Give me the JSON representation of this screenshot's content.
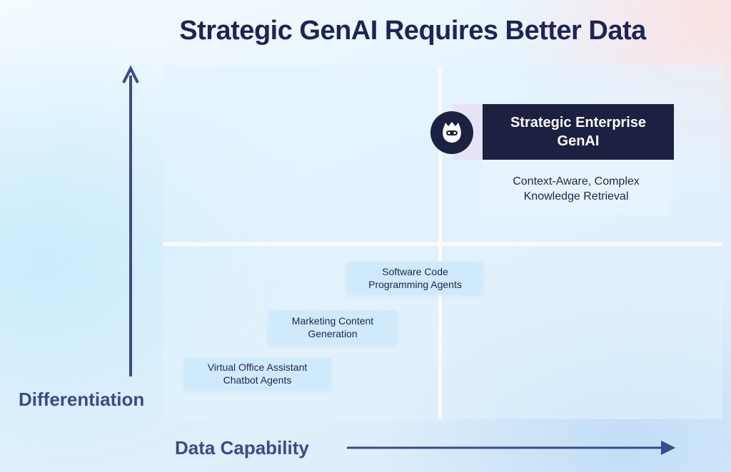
{
  "title": "Strategic GenAI Requires Better Data",
  "axes": {
    "y_label": "Differentiation",
    "x_label": "Data Capability"
  },
  "use_cases": [
    {
      "line1": "Virtual Office Assistant",
      "line2": "Chatbot Agents"
    },
    {
      "line1": "Marketing Content",
      "line2": "Generation"
    },
    {
      "line1": "Software Code",
      "line2": "Programming Agents"
    }
  ],
  "highlight": {
    "title_line1": "Strategic Enterprise",
    "title_line2": "GenAI",
    "subtitle_line1": "Context-Aware, Complex",
    "subtitle_line2": "Knowledge Retrieval",
    "logo_icon": "mascot-head-icon"
  },
  "colors": {
    "title": "#1e2457",
    "axis": "#3a4a8c",
    "dark_box": "#1c2142",
    "light_box": "#cfeafb"
  }
}
